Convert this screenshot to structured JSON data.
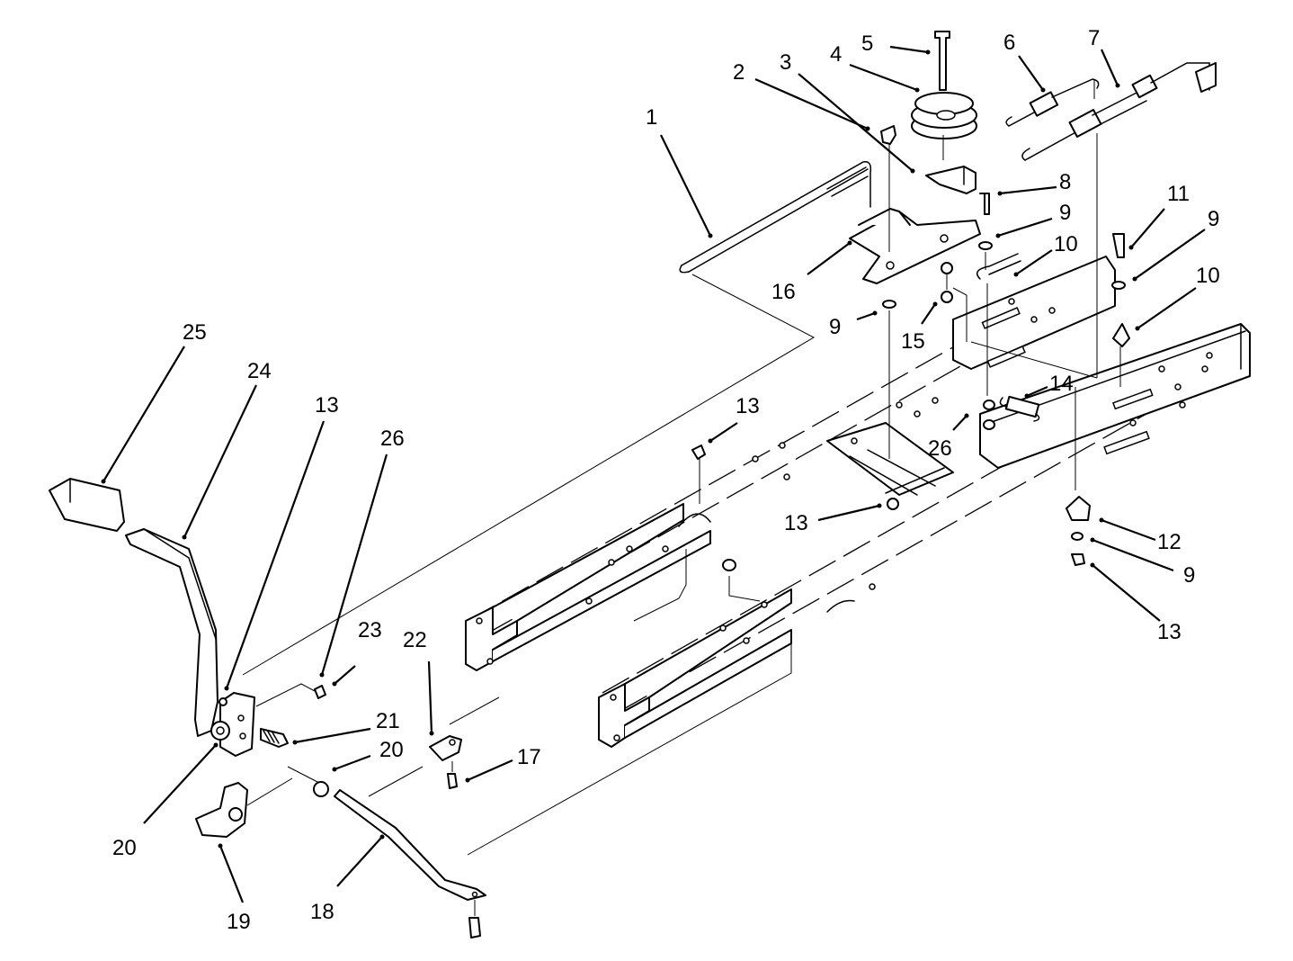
{
  "callouts": [
    {
      "id": "c1",
      "text": "1"
    },
    {
      "id": "c2",
      "text": "2"
    },
    {
      "id": "c3",
      "text": "3"
    },
    {
      "id": "c4",
      "text": "4"
    },
    {
      "id": "c5",
      "text": "5"
    },
    {
      "id": "c6",
      "text": "6"
    },
    {
      "id": "c7",
      "text": "7"
    },
    {
      "id": "c8",
      "text": "8"
    },
    {
      "id": "c9a",
      "text": "9"
    },
    {
      "id": "c11",
      "text": "11"
    },
    {
      "id": "c9b",
      "text": "9"
    },
    {
      "id": "c10a",
      "text": "10"
    },
    {
      "id": "c10b",
      "text": "10"
    },
    {
      "id": "c16",
      "text": "16"
    },
    {
      "id": "c9c",
      "text": "9"
    },
    {
      "id": "c15",
      "text": "15"
    },
    {
      "id": "c25",
      "text": "25"
    },
    {
      "id": "c24",
      "text": "24"
    },
    {
      "id": "c13a",
      "text": "13"
    },
    {
      "id": "c26a",
      "text": "26"
    },
    {
      "id": "c13b",
      "text": "13"
    },
    {
      "id": "c14",
      "text": "14"
    },
    {
      "id": "c26b",
      "text": "26"
    },
    {
      "id": "c13c",
      "text": "13"
    },
    {
      "id": "c12",
      "text": "12"
    },
    {
      "id": "c9d",
      "text": "9"
    },
    {
      "id": "c13d",
      "text": "13"
    },
    {
      "id": "c23",
      "text": "23"
    },
    {
      "id": "c22",
      "text": "22"
    },
    {
      "id": "c21",
      "text": "21"
    },
    {
      "id": "c20a",
      "text": "20"
    },
    {
      "id": "c17",
      "text": "17"
    },
    {
      "id": "c20b",
      "text": "20"
    },
    {
      "id": "c19",
      "text": "19"
    },
    {
      "id": "c18",
      "text": "18"
    }
  ]
}
